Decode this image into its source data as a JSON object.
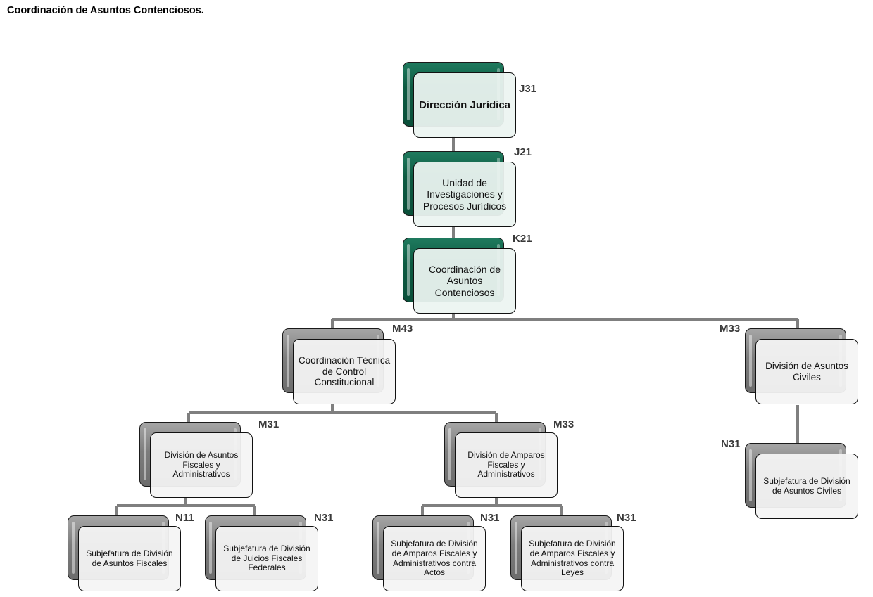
{
  "page": {
    "title": "Coordinación de Asuntos Contenciosos."
  },
  "colors": {
    "top_level_fill": "#0c5a41",
    "sub_level_fill": "#7d7d7d",
    "connector": "#7f7f7f",
    "code_text": "#3a3a3a"
  },
  "org": {
    "direccion": {
      "label": "Dirección Jurídica",
      "code": "J31"
    },
    "unidad": {
      "label": "Unidad de Investigaciones y Procesos Jurídicos",
      "code": "J21"
    },
    "coordinacion": {
      "label": "Coordinación de Asuntos Contenciosos",
      "code": "K21"
    },
    "coord_tecnica": {
      "label": "Coordinación Técnica de Control Constitucional",
      "code": "M43"
    },
    "div_civiles": {
      "label": "División de Asuntos Civiles",
      "code": "M33"
    },
    "div_fiscales": {
      "label": "División de Asuntos Fiscales y Administrativos",
      "code": "M31"
    },
    "div_amparos": {
      "label": "División de Amparos Fiscales y Administrativos",
      "code": "M33"
    },
    "sub_civiles": {
      "label": "Subjefatura de División de Asuntos Civiles",
      "code": "N31"
    },
    "sub_fiscales": {
      "label": "Subjefatura de División de Asuntos Fiscales",
      "code": "N11"
    },
    "sub_juicios": {
      "label": "Subjefatura de División de Juicios Fiscales Federales",
      "code": "N31"
    },
    "sub_amparos_actos": {
      "label": "Subjefatura de División de Amparos Fiscales y Administrativos contra Actos",
      "code": "N31"
    },
    "sub_amparos_leyes": {
      "label": "Subjefatura de División de Amparos Fiscales y Administrativos contra Leyes",
      "code": "N31"
    }
  }
}
